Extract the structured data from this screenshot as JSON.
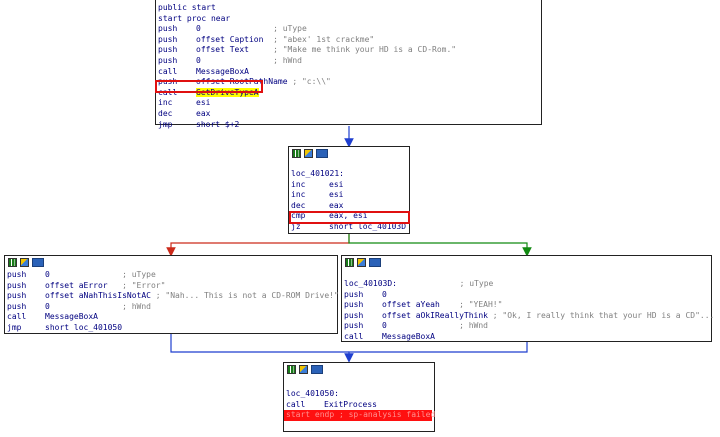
{
  "colors": {
    "edge_normal": "#1f3fcf",
    "edge_false": "#cc2a1a",
    "edge_true": "#128a12",
    "highlight_box": "#e01010",
    "code_text": "#000080",
    "comment_text": "#808080",
    "func_highlight": "#ffff00",
    "error_line": "#ff1010"
  },
  "icons": [
    "graph-overview-icon",
    "image-icon",
    "text-view-icon"
  ],
  "block1": {
    "lines": [
      {
        "m": "public start",
        "o": "",
        "c": ""
      },
      {
        "m": "start proc near",
        "o": "",
        "c": ""
      },
      {
        "m": "push",
        "o": "0               ",
        "c": "; uType"
      },
      {
        "m": "push",
        "o": "offset Caption  ",
        "c": "; \"abex' 1st crackme\""
      },
      {
        "m": "push",
        "o": "offset Text     ",
        "c": "; \"Make me think your HD is a CD-Rom.\""
      },
      {
        "m": "push",
        "o": "0               ",
        "c": "; hWnd"
      },
      {
        "m": "call",
        "o": "MessageBoxA",
        "c": ""
      },
      {
        "m": "push",
        "o": "offset RootPathName ",
        "c": "; \"c:\\\\\""
      },
      {
        "m": "call",
        "o": "GetDriveTypeA",
        "c": ""
      },
      {
        "m": "inc",
        "o": "esi",
        "c": ""
      },
      {
        "m": "dec",
        "o": "eax",
        "c": ""
      },
      {
        "m": "jmp",
        "o": "short $+2",
        "c": ""
      }
    ]
  },
  "block2": {
    "lines": [
      {
        "m": "loc_401021:",
        "o": "",
        "c": ""
      },
      {
        "m": "inc",
        "o": "esi",
        "c": ""
      },
      {
        "m": "inc",
        "o": "esi",
        "c": ""
      },
      {
        "m": "dec",
        "o": "eax",
        "c": ""
      },
      {
        "m": "cmp",
        "o": "eax, esi",
        "c": ""
      },
      {
        "m": "jz",
        "o": "short loc_40103D",
        "c": ""
      }
    ]
  },
  "block3": {
    "lines": [
      {
        "m": "push",
        "o": "0               ",
        "c": "; uType"
      },
      {
        "m": "push",
        "o": "offset aError   ",
        "c": "; \"Error\""
      },
      {
        "m": "push",
        "o": "offset aNahThisIsNotAC ",
        "c": "; \"Nah... This is not a CD-ROM Drive!\""
      },
      {
        "m": "push",
        "o": "0               ",
        "c": "; hWnd"
      },
      {
        "m": "call",
        "o": "MessageBoxA",
        "c": ""
      },
      {
        "m": "jmp",
        "o": "short loc_401050",
        "c": ""
      }
    ]
  },
  "block4": {
    "lines": [
      {
        "m": "loc_40103D:",
        "o": "             ",
        "c": "; uType"
      },
      {
        "m": "push",
        "o": "0",
        "c": ""
      },
      {
        "m": "push",
        "o": "offset aYeah    ",
        "c": "; \"YEAH!\""
      },
      {
        "m": "push",
        "o": "offset aOkIReallyThink ",
        "c": "; \"Ok, I really think that your HD is a CD\"..."
      },
      {
        "m": "push",
        "o": "0               ",
        "c": "; hWnd"
      },
      {
        "m": "call",
        "o": "MessageBoxA",
        "c": ""
      }
    ]
  },
  "block5": {
    "lines": [
      {
        "m": "loc_401050:",
        "o": "",
        "c": ""
      },
      {
        "m": "call",
        "o": "ExitProcess",
        "c": ""
      },
      {
        "m": "start endp ; sp-analysis failed",
        "o": "",
        "c": ""
      }
    ]
  }
}
